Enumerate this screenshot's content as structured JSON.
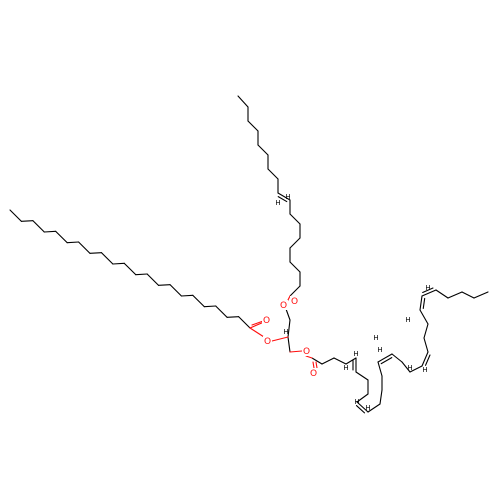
{
  "molecule": {
    "colors": {
      "carbon": "#000000",
      "oxygen": "#ff0d0d",
      "background": "#ffffff"
    },
    "labels": {
      "o_top_ester": "O",
      "o_top_carbonyl": "O",
      "o_left_ester": "O",
      "o_left_carbonyl": "O",
      "o_bottom_ester": "O",
      "o_bottom_carbonyl": "O",
      "h_stereo": "H",
      "h_top_1": "H",
      "h_top_2": "H",
      "h_b_1": "H",
      "h_b_2": "H",
      "h_b_3": "H",
      "h_b_4": "H",
      "h_b_5": "H",
      "h_b_6": "H",
      "h_b_7": "H",
      "h_b_8": "H",
      "h_b_9": "H",
      "h_b_10": "H"
    }
  }
}
